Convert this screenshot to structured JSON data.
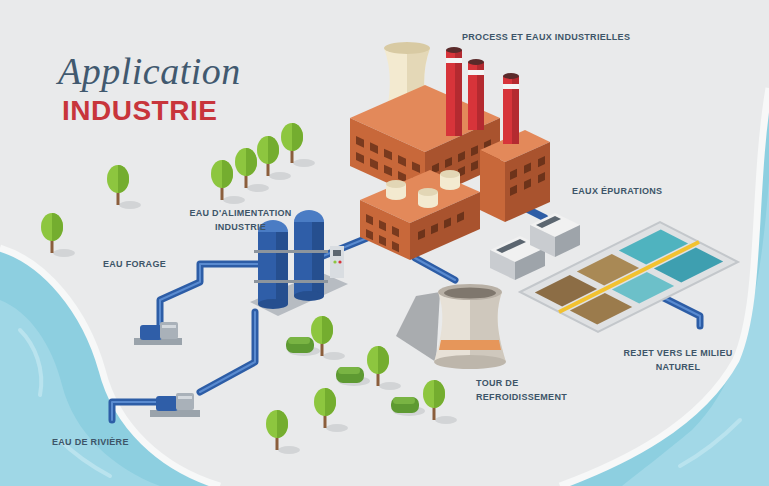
{
  "diagram": {
    "title": "Application",
    "labels": [
      "INDUSTRIE",
      "PROCESS ET EAUX INDUSTRIELLES",
      "EAU D'ALIMENTATION INDUSTRIE",
      "EAU FORAGE",
      "EAUX ÉPURATIONS",
      "REJET VERS LE MILIEU NATUREL",
      "TOUR DE REFROIDISSEMENT",
      "EAU DE RIVIÈRE"
    ]
  }
}
